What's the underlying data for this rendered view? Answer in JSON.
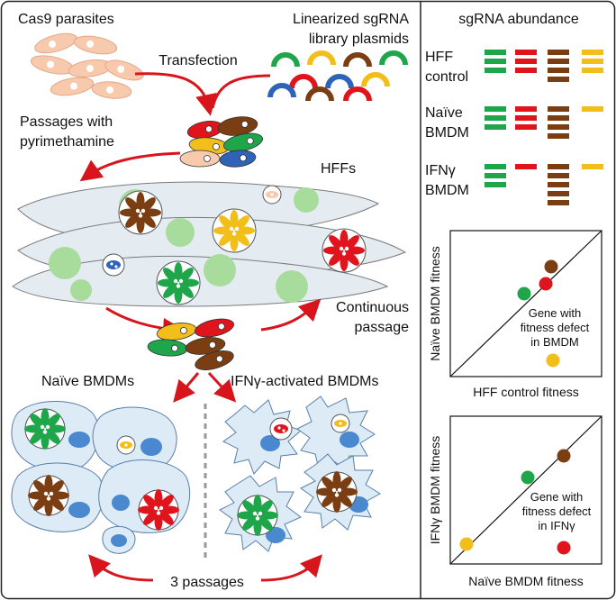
{
  "colors": {
    "green": "#1fa64a",
    "red": "#e0141c",
    "brown": "#7a3e12",
    "yellow": "#f2be1a",
    "blue": "#2f63b8",
    "peach": "#f7c9ad",
    "arrow": "#d8141c",
    "cell_fill": "#e4ecf2",
    "nucleus": "#a8dc9c",
    "bmdm_fill": "#dcebf6",
    "bmdm_nucleus": "#4a88cf"
  },
  "left": {
    "cas9_label": "Cas9 parasites",
    "library_label_1": "Linearized sgRNA",
    "library_label_2": "library plasmids",
    "transfection_label": "Transfection",
    "passages_label_1": "Passages with",
    "passages_label_2": "pyrimethamine",
    "hffs_label": "HFFs",
    "continuous_label_1": "Continuous",
    "continuous_label_2": "passage",
    "naive_bmdms_label": "Naïve BMDMs",
    "ifn_bmdms_label": "IFNγ-activated BMDMs",
    "three_passages_label": "3 passages"
  },
  "right": {
    "abundance_title": "sgRNA abundance",
    "rows": [
      {
        "label_1": "HFF",
        "label_2": "control",
        "counts": [
          3,
          3,
          4,
          3
        ]
      },
      {
        "label_1": "Naïve",
        "label_2": "BMDM",
        "counts": [
          3,
          3,
          4,
          1
        ]
      },
      {
        "label_1": "IFNγ",
        "label_2": "BMDM",
        "counts": [
          3,
          1,
          5,
          1
        ]
      }
    ],
    "plot1": {
      "ylabel": "Naïve BMDM fitness",
      "xlabel": "HFF control fitness",
      "annotation_1": "Gene with",
      "annotation_2": "fitness defect",
      "annotation_3": "in BMDM"
    },
    "plot2": {
      "ylabel": "IFNγ BMDM fitness",
      "xlabel": "Naïve BMDM fitness",
      "annotation_1": "Gene with",
      "annotation_2": "fitness defect",
      "annotation_3": "in IFNγ"
    }
  }
}
